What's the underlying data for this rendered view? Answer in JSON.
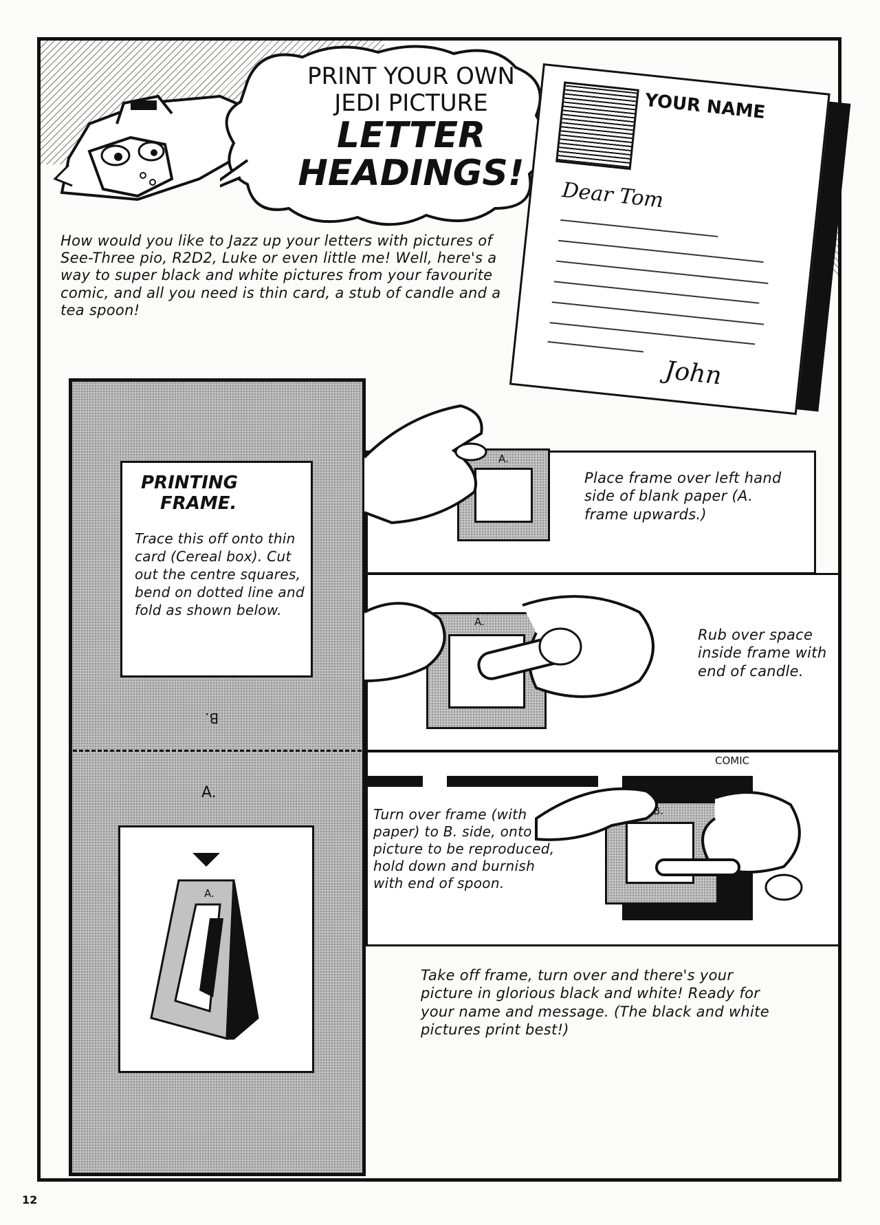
{
  "title": {
    "line1": "PRINT YOUR OWN",
    "line2": "JEDI PICTURE",
    "line3": "LETTER",
    "line4": "HEADINGS!"
  },
  "intro": "How would you like to Jazz up your letters with pictures of See-Three pio, R2D2, Luke or even little me! Well, here's a way to super black and white pictures from your favourite comic, and all you need is thin card, a stub of candle and a tea spoon!",
  "letter": {
    "name": "YOUR NAME",
    "greeting": "Dear Tom",
    "signature": "John"
  },
  "printing_frame": {
    "title_line1": "PRINTING",
    "title_line2": "FRAME.",
    "body": "Trace this off onto thin card (Cereal box). Cut out the centre squares, bend on dotted line and fold as shown below.",
    "label_b": "B.",
    "label_a": "A.",
    "diagram_label": "A."
  },
  "steps": {
    "step1": "Place frame over left hand side of blank paper (A. frame upwards.)",
    "step1_label": "A.",
    "step2": "Rub over space inside frame with end of candle.",
    "step2_label": "A.",
    "step3": "Turn over frame (with paper) to B. side, onto picture to be reproduced, hold down and burnish with end of spoon.",
    "step3_label": "B.",
    "comic_label": "COMIC",
    "step4": "Take off frame, turn over and there's your picture in glorious black and white! Ready for your name and message. (The black and white pictures print best!)"
  },
  "page_number": "12"
}
